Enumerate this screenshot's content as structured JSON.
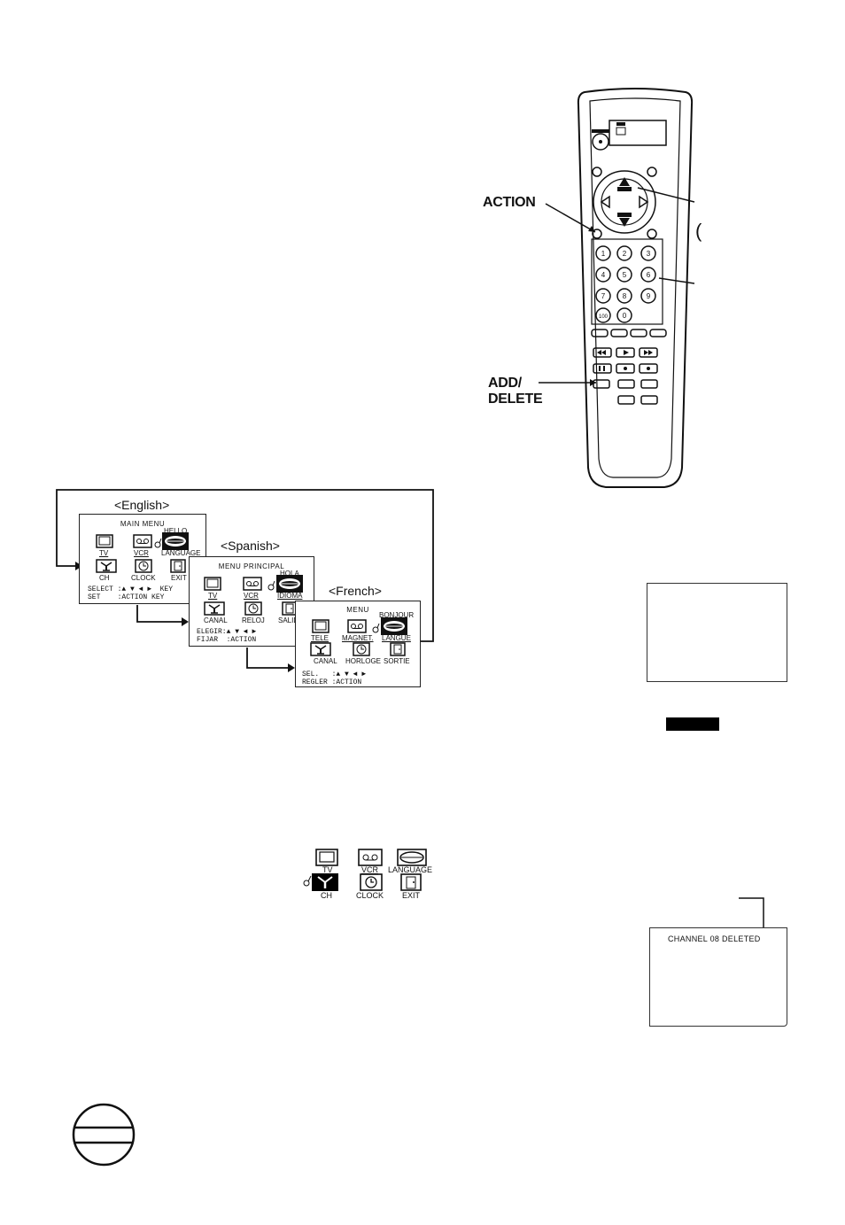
{
  "diagram": {
    "english": {
      "title": "<English>",
      "heading": "MAIN MENU",
      "hello": "HELLO",
      "labels": {
        "tv": "TV",
        "vcr": "VCR",
        "language": "LANGUAGE",
        "ch": "CH",
        "clock": "CLOCK",
        "exit": "EXIT"
      },
      "instructions": "SELECT :▲ ▼ ◄ ►  KEY\nSET    :ACTION KEY"
    },
    "spanish": {
      "title": "<Spanish>",
      "heading": "MENU PRINCIPAL",
      "hello": "HOLA",
      "labels": {
        "tv": "TV",
        "vcr": "VCR",
        "language": "IDIOMA",
        "ch": "CANAL",
        "clock": "RELOJ",
        "exit": "SALIDA"
      },
      "instructions": "ELEGIR:▲ ▼ ◄ ►\nFIJAR  :ACTION"
    },
    "french": {
      "title": "<French>",
      "heading": "MENU",
      "hello": "BONJOUR",
      "labels": {
        "tv": "TELE",
        "vcr": "MAGNET.",
        "language": "LANGUE",
        "ch": "CANAL",
        "clock": "HORLOGE",
        "exit": "SORTIE"
      },
      "instructions": "SEL.   :▲ ▼ ◄ ►\nREGLER :ACTION"
    }
  },
  "remote": {
    "labels": {
      "action": "ACTION",
      "add_delete_1": "ADD/",
      "add_delete_2": "DELETE"
    },
    "digits": [
      "1",
      "2",
      "3",
      "4",
      "5",
      "6",
      "7",
      "8",
      "9",
      "100",
      "0"
    ]
  },
  "small_menu": {
    "labels": {
      "tv": "TV",
      "vcr": "VCR",
      "language": "LANGUAGE",
      "ch": "CH",
      "clock": "CLOCK",
      "exit": "EXIT"
    }
  },
  "osd": {
    "deleted_message": "CHANNEL 08 DELETED"
  },
  "colors": {
    "ink": "#111111",
    "highlight": "#000000"
  }
}
